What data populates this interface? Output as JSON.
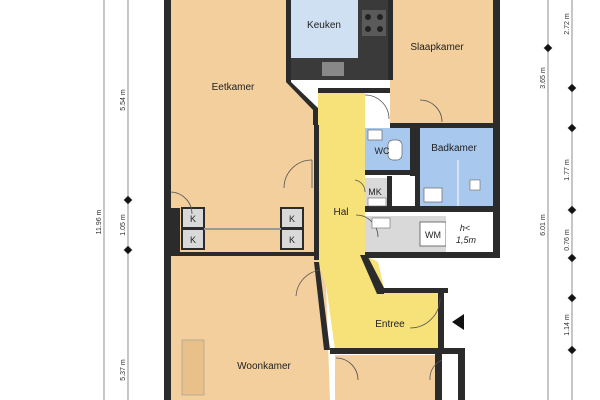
{
  "colors": {
    "wall": "#2b2b2b",
    "wood": "#f2cf9c",
    "wood_dark": "#e8c18a",
    "hal": "#f7e27a",
    "bath": "#a9c8ee",
    "kitchen": "#cfe0f3",
    "service": "#d9d9d9",
    "dim_line": "#444444"
  },
  "rooms": {
    "keuken": "Keuken",
    "slaapkamer": "Slaapkamer",
    "eetkamer": "Eetkamer",
    "wc": "WC",
    "badkamer": "Badkamer",
    "mk": "MK",
    "hal": "Hal",
    "wm": "WM",
    "entree": "Entree",
    "woonkamer": "Woonkamer"
  },
  "storage_label": "K",
  "height_note": {
    "line1": "h<",
    "line2": "1,5m"
  },
  "dims_left": {
    "total": "11.96 m",
    "d1": "5.54 m",
    "d2": "1.05 m",
    "d3": "5.37 m"
  },
  "dims_right": {
    "d1": "2.72 m",
    "d2": "3.65 m",
    "d3": "1.77 m",
    "d4": "6.01 m",
    "d5": "0.76 m",
    "d6": "1.14 m"
  }
}
